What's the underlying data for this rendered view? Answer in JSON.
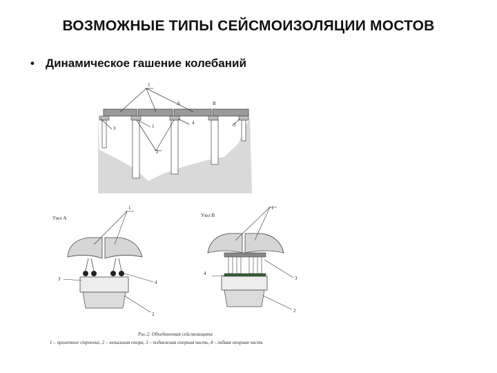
{
  "slide": {
    "title": "ВОЗМОЖНЫЕ ТИПЫ СЕЙСМОИЗОЛЯЦИИ МОСТОВ",
    "bullet_marker": "•",
    "bullet_text": "Динамическое гашение колебаний"
  },
  "figure_top": {
    "labels": {
      "n1": "1",
      "n2": "2",
      "n3a": "3",
      "n3b": "3",
      "n4": "4",
      "n1b": "1",
      "a": "A",
      "b": "B"
    }
  },
  "figure_a": {
    "title": "Узел А",
    "labels": {
      "n1": "1",
      "n2": "2",
      "n3": "3",
      "n4": "4"
    }
  },
  "figure_b": {
    "title": "Узел В",
    "labels": {
      "n1": "1",
      "n2": "2",
      "n3": "3",
      "n4": "4"
    }
  },
  "caption": {
    "line1": "Рис.2. Объединенная сейсмозащита",
    "line2": "1 – пролетное строение, 2 – ненальная опора, 3 – подвижная опорная часть, 4 – гибкая опорная часть"
  },
  "colors": {
    "ground": "#d9d9d9",
    "deck": "#9a9a9a",
    "pier": "#ffffff",
    "stroke": "#444444"
  }
}
